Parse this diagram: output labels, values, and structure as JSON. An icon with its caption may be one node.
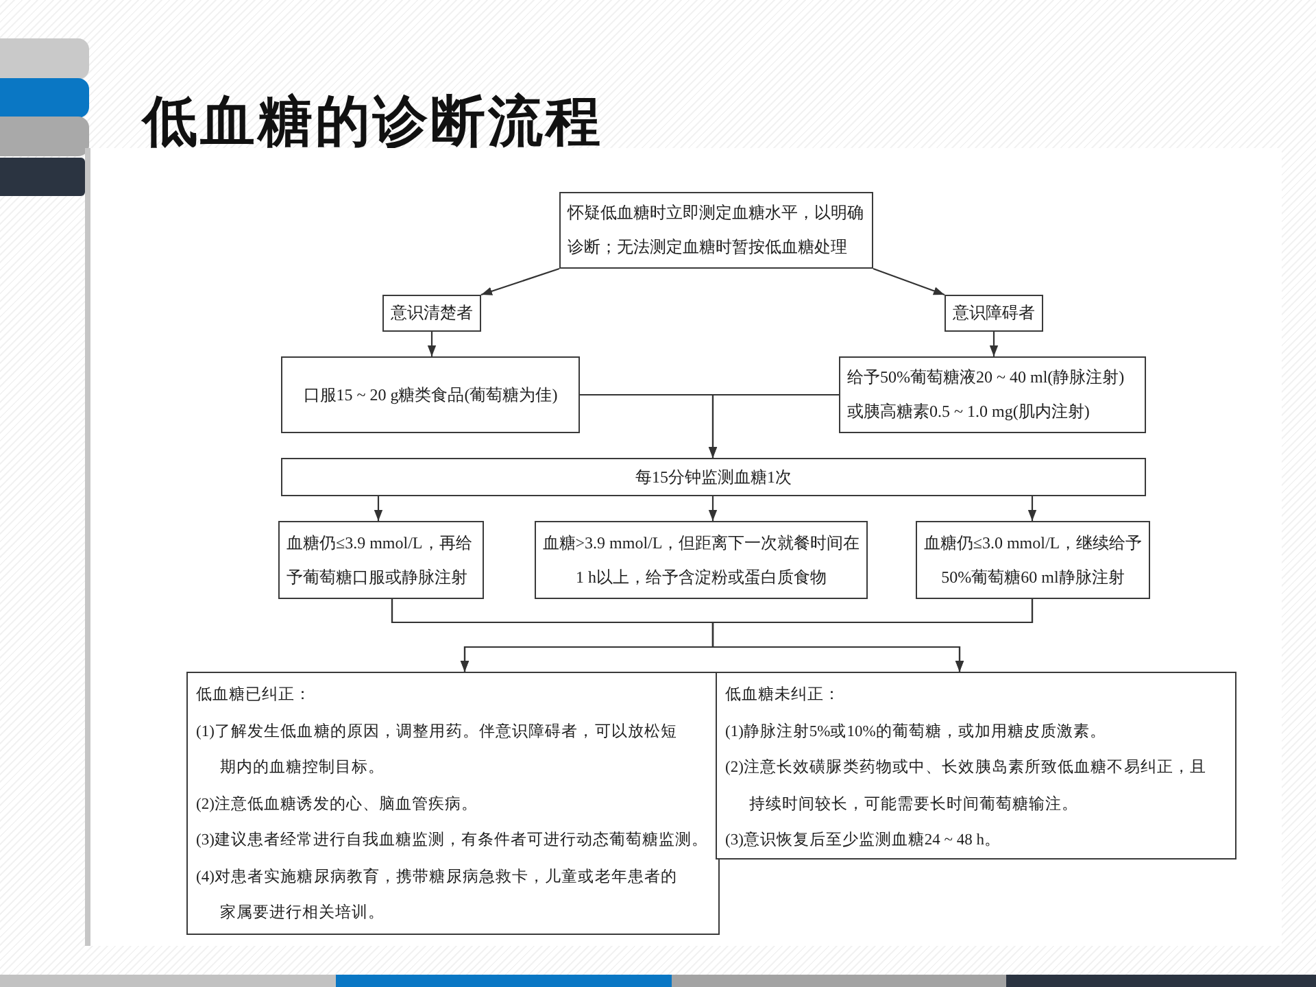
{
  "diagram": {
    "title": "低血糖的诊断流程",
    "nodes": [
      {
        "text": [
          "怀疑低血糖时立即测定血糖水平，以明确诊断；无法测定血糖时暂按低血糖处理"
        ]
      },
      {
        "text": [
          "意识清楚者"
        ]
      },
      {
        "text": [
          "意识障碍者"
        ]
      },
      {
        "text": [
          "口服15 ~ 20 g糖类食品(葡萄糖为佳)"
        ]
      },
      {
        "text": [
          "给予50%葡萄糖液20 ~ 40 ml(静脉注射)或胰高糖素0.5 ~ 1.0 mg(肌内注射)"
        ]
      },
      {
        "text": [
          "每15分钟监测血糖1次"
        ]
      },
      {
        "text": [
          "血糖仍≤3.9 mmol/L，再给予葡萄糖口服或静脉注射"
        ]
      },
      {
        "text": [
          "血糖>3.9 mmol/L，但距离下一次就餐时间在1 h以上，给予含淀粉或蛋白质食物"
        ]
      },
      {
        "text": [
          "血糖仍≤3.0 mmol/L，继续给予50%葡萄糖60 ml静脉注射"
        ]
      },
      {
        "text": [
          "低血糖已纠正：",
          "(1)了解发生低血糖的原因，调整用药。伴意识障碍者，可以放松短期内的血糖控制目标。",
          "(2)注意低血糖诱发的心、脑血管疾病。",
          "(3)建议患者经常进行自我血糖监测，有条件者可进行动态葡萄糖监测。",
          "(4)对患者实施糖尿病教育，携带糖尿病急救卡，儿童或老年患者的家属要进行相关培训。"
        ]
      },
      {
        "text": [
          "低血糖未纠正：",
          "(1)静脉注射5%或10%的葡萄糖，或加用糖皮质激素。",
          "(2)注意长效磺脲类药物或中、长效胰岛素所致低血糖不易纠正，且持续时间较长，可能需要长时间葡萄糖输注。",
          "(3)意识恢复后至少监测血糖24 ~ 48 h。"
        ]
      }
    ],
    "edges": [
      {
        "from": 0,
        "to": 1,
        "arrow": "to"
      },
      {
        "from": 0,
        "to": 2,
        "arrow": "to"
      },
      {
        "from": 1,
        "to": 3,
        "arrow": "to"
      },
      {
        "from": 2,
        "to": 4,
        "arrow": "to"
      },
      {
        "from": 3,
        "to": 5,
        "arrow": "to"
      },
      {
        "from": 4,
        "to": 5,
        "arrow": "to"
      },
      {
        "from": 5,
        "to": 6,
        "arrow": "to"
      },
      {
        "from": 5,
        "to": 7,
        "arrow": "to"
      },
      {
        "from": 5,
        "to": 8,
        "arrow": "to"
      },
      {
        "from": 6,
        "to": 9,
        "arrow": "to"
      },
      {
        "from": 6,
        "to": 10,
        "arrow": "to"
      },
      {
        "from": 8,
        "to": 9,
        "arrow": "to"
      },
      {
        "from": 8,
        "to": 10,
        "arrow": "to"
      }
    ]
  }
}
